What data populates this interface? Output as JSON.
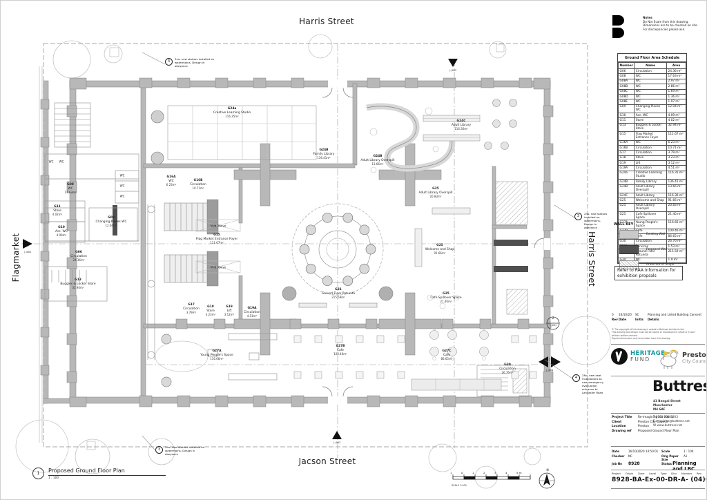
{
  "sheet": {
    "streets": {
      "top": "Harris Street",
      "bottom": "Jacson Street",
      "left": "Flagmarket",
      "right": "Harris Street"
    },
    "notes": {
      "title": "Notes",
      "lines": [
        "Do Not Scale from this drawing.",
        "Dimensions are to be checked on site.",
        "For discrepancies please ask."
      ]
    },
    "area_schedule": {
      "title": "Ground Floor Area Schedule",
      "columns": [
        "Number",
        "Name",
        "Area"
      ],
      "rows": [
        [
          "G06",
          "Circulation",
          "24.36 m²"
        ],
        [
          "G08",
          "WC",
          "17.63 m²"
        ],
        [
          "G08A",
          "WC",
          "2.97 m²"
        ],
        [
          "G08B",
          "WC",
          "2.86 m²"
        ],
        [
          "G08C",
          "WC",
          "1.69 m²"
        ],
        [
          "G08D",
          "WC",
          "1.36 m²"
        ],
        [
          "G08E",
          "WC",
          "1.97 m²"
        ],
        [
          "G09",
          "Changing Places WC",
          "12.04 m²"
        ],
        [
          "G10",
          "Acc. WC",
          "4.09 m²"
        ],
        [
          "G11",
          "Store",
          "4.02 m²"
        ],
        [
          "G13",
          "Buggies & Locker Store",
          "32.94 m²"
        ],
        [
          "G15",
          "Flag Market Entrance Foyer",
          "111.67 m²"
        ],
        [
          "G16A",
          "WC",
          "6.23 m²"
        ],
        [
          "G16B",
          "Circulation",
          "10.71 m²"
        ],
        [
          "G17",
          "Circulation",
          "3.79 m²"
        ],
        [
          "G18",
          "Store",
          "3.23 m²"
        ],
        [
          "G19",
          "Lift",
          "3.12 m²"
        ],
        [
          "G19A",
          "Circulation",
          "4.51 m²"
        ],
        [
          "G24a",
          "Creative Learning Studio",
          "116.35 m²"
        ],
        [
          "G24B",
          "Family Library",
          "136.41 m²"
        ],
        [
          "G24B",
          "Adult Library Overspill",
          "13.66 m²"
        ],
        [
          "G24C",
          "Adult Library",
          "116.36 m²"
        ],
        [
          "G25",
          "Welcome and Shop",
          "91.66 m²"
        ],
        [
          "G25",
          "Adult Library Overspill",
          "20.83 m²"
        ],
        [
          "G25",
          "Cafe Spillover Space",
          "21.40 m²"
        ],
        [
          "G27A",
          "Young People's Space",
          "116.66 m²"
        ],
        [
          "G27B",
          "Cafe",
          "100.46 m²"
        ],
        [
          "G27C",
          "Cafe",
          "86.65 m²"
        ],
        [
          "G30",
          "Circulation",
          "26.76 m²"
        ],
        [
          "G30A",
          "Services",
          "1.53 m²"
        ],
        [
          "G31",
          "Ground Floor Rotunda",
          "215.59 m²"
        ],
        [
          "G34",
          "WC",
          "1.9 m²"
        ]
      ]
    },
    "wall_key": {
      "title": "WALL KEY",
      "existing": "Existing Wall",
      "proposed": "Proposed Wall",
      "out_of_scope": "Areas out of Scope"
    },
    "raa_note": "Refer to RAA information for exhibition propsals",
    "revision": {
      "headers": [
        "Rev",
        "Date",
        "Initls",
        "Details"
      ],
      "row": [
        "0",
        "16/10/20",
        "SC",
        "Planning and Listed Building Consent"
      ]
    },
    "fine_print": [
      "© The copyright of this drawing is vested in Buttress Architects Ltd.",
      "This drawing and design must not be copied or reproduced in whole or in part without written consent.",
      "Figured dimensions only to be taken from this drawing."
    ],
    "logos": {
      "heritage_line1": "HERITAGE",
      "heritage_line2": "FUND",
      "preston_name": "Preston",
      "preston_sub": "City Council"
    },
    "firm": {
      "name": "Buttress",
      "address": [
        "41 Bengal Street",
        "Manchester",
        "M4 6AF"
      ],
      "contact": [
        "T 0161 236 3303",
        "E enquiries@buttress.net",
        "W www.buttress.net"
      ]
    },
    "project": {
      "rows": [
        [
          "Project Title",
          "Re-imagining the Harris"
        ],
        [
          "Client",
          "Preston City Council"
        ],
        [
          "Location",
          "Preston"
        ],
        [
          "Drawing ref",
          "Proposed Ground Floor Plan"
        ]
      ]
    },
    "meta": {
      "date_label": "Date",
      "date": "16/10/2020 14:50:01",
      "scale_label": "Scale",
      "scale": "1 : 100",
      "checker_label": "Checker",
      "checker": "NC",
      "paper_label": "Orig Paper Size",
      "paper": "A1",
      "job_label": "Job No",
      "job": "8928",
      "status_label": "Status",
      "status": "Planning and LBC"
    },
    "number_row": {
      "labels": [
        "Project",
        "Origin",
        "Zone",
        "Level",
        "Type",
        "Disc",
        "Number",
        "Rev"
      ],
      "value": "8928-BA-Ex-00-DR-A- (04)004- 0"
    },
    "drawing_title": {
      "number": "1",
      "title": "Proposed  Ground Floor Plan",
      "scale": "1 : 100"
    },
    "scale_bar": {
      "ticks": [
        "1",
        "0",
        "1",
        "2",
        "3",
        "4",
        "5 m"
      ],
      "caption": "SCALE 1:100"
    },
    "north_label": "N",
    "callouts": {
      "a": {
        "num": "3",
        "text": "2no. new statues installed on watermains. Design in abeyance"
      },
      "b": {
        "num": "4",
        "text": "2No. new seat installations to new emergency evacuation entrance to Lancaster Road"
      }
    },
    "markers": {
      "top": {
        "num": "1",
        "ref": "(-)002"
      },
      "left": {
        "num": "1",
        "ref": "(-)001"
      },
      "bottom": {
        "num": "1",
        "ref": "(-)003"
      },
      "right_circle": {
        "num": "2",
        "ref": "(-)001"
      },
      "right_diamond": {
        "num": "1",
        "ref": "(-)004"
      }
    }
  },
  "plan": {
    "labels": {
      "wc": "WC",
      "void": "Void Above"
    },
    "rooms": [
      {
        "code": "G24a",
        "name": "Creative Learning Studio",
        "area": "116.35m²"
      },
      {
        "code": "G24B",
        "name": "Family Library",
        "area": "136.41m²"
      },
      {
        "code": "G24B",
        "name": "Adult Library Overspill",
        "area": "13.66m²"
      },
      {
        "code": "G24C",
        "name": "Adult Library",
        "area": "116.36m²"
      },
      {
        "code": "G25",
        "name": "Adult Library Overspill",
        "area": "20.83m²"
      },
      {
        "code": "G25",
        "name": "Welcome and Shop",
        "area": "91.66m²"
      },
      {
        "code": "G25",
        "name": "Cafe Spillover Space",
        "area": "21.40m²"
      },
      {
        "code": "G27A",
        "name": "Young People's Space",
        "area": "116.66m²"
      },
      {
        "code": "G27B",
        "name": "Cafe",
        "area": "100.46m²"
      },
      {
        "code": "G27C",
        "name": "Cafe",
        "area": "86.65m²"
      },
      {
        "code": "G30",
        "name": "Circulation",
        "area": "26.76m²"
      },
      {
        "code": "G31",
        "name": "Ground Floor Rotunda",
        "area": "215.59m²"
      },
      {
        "code": "G15",
        "name": "Flag Market Entrance Foyer",
        "area": "111.67m²"
      },
      {
        "code": "G08",
        "name": "WC",
        "area": "17.63m²"
      },
      {
        "code": "G09",
        "name": "Changing Places WC",
        "area": "12.04m²"
      },
      {
        "code": "G10",
        "name": "Acc. WC",
        "area": "4.09m²"
      },
      {
        "code": "G11",
        "name": "Store",
        "area": "4.02m²"
      },
      {
        "code": "G13",
        "name": "Buggies & Locker Store",
        "area": "32.94m²"
      },
      {
        "code": "G06",
        "name": "Circulation",
        "area": "24.36m²"
      },
      {
        "code": "G16A",
        "name": "WC",
        "area": "6.23m²"
      },
      {
        "code": "G16B",
        "name": "Circulation",
        "area": "10.71m²"
      },
      {
        "code": "G17",
        "name": "Circulation",
        "area": "3.79m²"
      },
      {
        "code": "G18",
        "name": "Store",
        "area": "3.23m²"
      },
      {
        "code": "G19",
        "name": "Lift",
        "area": "3.12m²"
      },
      {
        "code": "G19A",
        "name": "Circulation",
        "area": "4.51m²"
      }
    ]
  }
}
